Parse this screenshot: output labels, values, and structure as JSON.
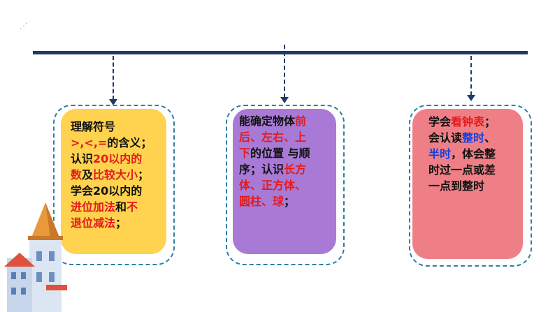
{
  "colors": {
    "timeline": "#1f3a68",
    "dashed_frame": "#2e7fa3",
    "card_yellow": "#ffd34f",
    "card_purple": "#a87ad6",
    "card_pink": "#ef7f86",
    "highlight_red": "#e31b1b",
    "highlight_blue": "#1a3fd6"
  },
  "cards": {
    "yellow": {
      "l1": "理解符号",
      "l2_hl": ">,<,=",
      "l2_rest": "的含义；",
      "l3_a": "认识",
      "l3_hl": "20以内的",
      "l4_hl1": "数",
      "l4_mid": "及",
      "l4_hl2": "比较大小",
      "l4_rest": "；",
      "l5": "学会20以内的",
      "l6_hl1": "进位加法",
      "l6_mid": "和",
      "l6_hl2": "不",
      "l7_hl": "退位减法",
      "l7_rest": "；"
    },
    "purple": {
      "l1_a": "能确定物体",
      "l1_hl": "前",
      "l2_hl": "后、左右、上",
      "l3_hl": "下",
      "l3_rest": "的位置 与顺",
      "l4_a": "序；认识",
      "l4_hl": "长方",
      "l5_hl": "体、正方体、",
      "l6_hl": "圆柱、球",
      "l6_rest": "；"
    },
    "pink": {
      "l1_a": "学会",
      "l1_hl": "看钟表",
      "l1_rest": "；",
      "l2_a": "会认读",
      "l2_hl": "整时",
      "l2_rest": "、",
      "l3_hl": "半时",
      "l3_rest": "，体会整",
      "l4": "时过一点或差",
      "l5": "一点到整时"
    }
  },
  "decoration": {
    "icon": "castle-house-icon",
    "spark_icon": "sparkle-icon"
  }
}
